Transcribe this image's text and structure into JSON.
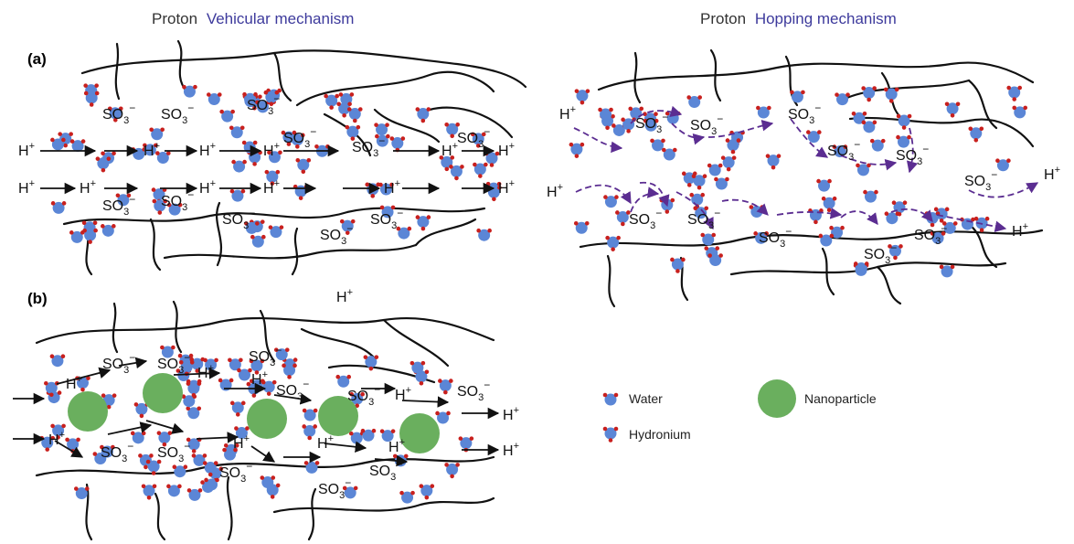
{
  "titles": {
    "left_prefix": "Proton",
    "left_highlight": "Vehicular mechanism",
    "right_prefix": "Proton",
    "right_highlight": "Hopping mechanism"
  },
  "panel_labels": {
    "a": "(a)",
    "b": "(b)"
  },
  "chem": {
    "proton": "H",
    "proton_charge": "+",
    "sulfonate": "SO",
    "sulfonate_sub": "3",
    "sulfonate_charge": "−"
  },
  "legend": {
    "water": "Water",
    "hydronium": "Hydronium",
    "nanoparticle": "Nanoparticle"
  },
  "colors": {
    "title_accent": "#3d3a9c",
    "water_blue": "#5b86d6",
    "hydrogen_red": "#c8201e",
    "nanoparticle_green": "#6aaf5e",
    "hop_arrow": "#5b2d91",
    "polymer": "#111111"
  }
}
